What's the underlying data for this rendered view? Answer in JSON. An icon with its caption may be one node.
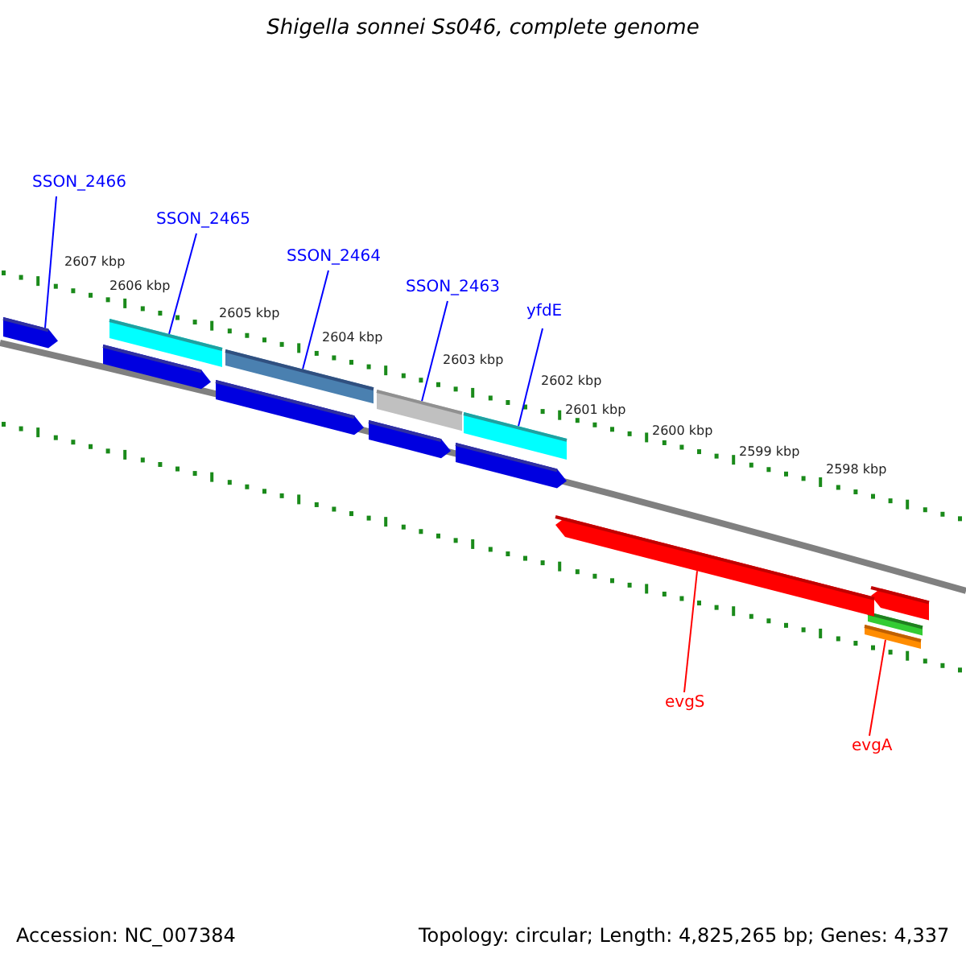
{
  "diagram": {
    "title": "Shigella sonnei Ss046, complete genome",
    "nodes": [
      {
        "text": [
          "SSON_2466"
        ]
      },
      {
        "text": [
          "SSON_2465"
        ]
      },
      {
        "text": [
          "SSON_2464"
        ]
      },
      {
        "text": [
          "SSON_2463"
        ]
      },
      {
        "text": [
          "yfdE"
        ]
      },
      {
        "text": [
          "evgS"
        ]
      },
      {
        "text": [
          "evgA"
        ]
      },
      {
        "text": [],
        "shape": "bar"
      },
      {
        "text": [],
        "shape": "bar"
      },
      {
        "text": [],
        "shape": "bar"
      },
      {
        "text": [],
        "shape": "bar"
      },
      {
        "text": [],
        "shape": "bar"
      },
      {
        "text": [],
        "shape": "bar"
      },
      {
        "text": [],
        "shape": "bar"
      }
    ],
    "edges": [
      {
        "from": 0,
        "to": 7,
        "arrow": "none"
      },
      {
        "from": 1,
        "to": 8,
        "arrow": "none"
      },
      {
        "from": 2,
        "to": 9,
        "arrow": "none"
      },
      {
        "from": 3,
        "to": 10,
        "arrow": "none"
      },
      {
        "from": 4,
        "to": 11,
        "arrow": "none"
      },
      {
        "from": 5,
        "to": 12,
        "arrow": "none",
        "color": "#ff0000"
      },
      {
        "from": 6,
        "to": 13,
        "arrow": "none",
        "color": "#ff0000"
      }
    ],
    "labels": [
      "2607 kbp",
      "2606 kbp",
      "2605 kbp",
      "2604 kbp",
      "2603 kbp",
      "2602 kbp",
      "2601 kbp",
      "2600 kbp",
      "2599 kbp",
      "2598 kbp",
      "Accession: NC_007384",
      "Topology: circular; Length: 4,825,265 bp; Genes: 4,337"
    ]
  }
}
